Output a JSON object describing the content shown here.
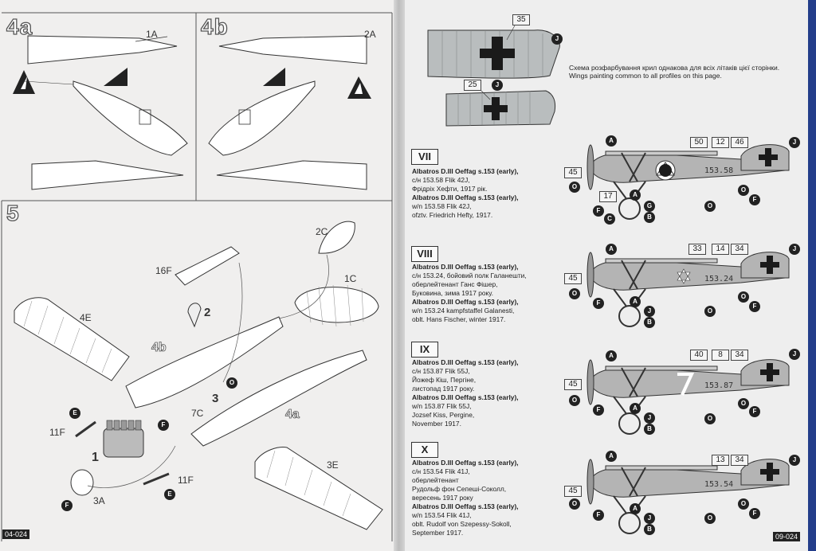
{
  "left_page": {
    "step_4a": {
      "title": "4a",
      "part_label": "1A"
    },
    "step_4b": {
      "title": "4b",
      "part_label": "2A"
    },
    "step_5": {
      "title": "5",
      "labels": [
        "2C",
        "16F",
        "2",
        "1C",
        "4E",
        "4b",
        "O",
        "3",
        "7C",
        "4a",
        "E",
        "11F",
        "1",
        "F",
        "3E",
        "11F",
        "E",
        "3A",
        "F"
      ]
    },
    "page_code": "04-024"
  },
  "right_page": {
    "fin_note_uk": "Схема розфарбування крил однакова для всіх літаків цієї сторінки.",
    "fin_note_en": "Wings painting common to all profiles on this page.",
    "fin_top_box": "35",
    "fin_bottom_box": "25",
    "marker_j": "J",
    "profiles": [
      {
        "roman": "VII",
        "caption_uk_title": "Albatros D.III Oeffag s.153 (early),",
        "caption_uk_lines": [
          "с/н 153.58 Flik 42J,",
          "Фрідріх Хефти, 1917 рік."
        ],
        "caption_en_title": "Albatros D.III Oeffag s.153 (early),",
        "caption_en_lines": [
          "w/n 153.58 Flik 42J,",
          "ofztv. Friedrich Hefty, 1917."
        ],
        "boxes": [
          "50",
          "12",
          "46",
          "45",
          "17"
        ],
        "serial": "153.58",
        "circles": [
          "A",
          "J",
          "O",
          "F",
          "C",
          "B",
          "A",
          "G",
          "O",
          "F",
          "O"
        ]
      },
      {
        "roman": "VIII",
        "caption_uk_title": "Albatros D.III Oeffag s.153 (early),",
        "caption_uk_lines": [
          "с/н 153.24, бойовий полк Галанешти,",
          "оберлейтенант Ганс Фішер,",
          "Буковина, зима 1917 року."
        ],
        "caption_en_title": "Albatros D.III Oeffag s.153 (early),",
        "caption_en_lines": [
          "w/n 153.24 kampfstaffel Galanesti,",
          "oblt. Hans Fischer, winter 1917."
        ],
        "boxes": [
          "33",
          "14",
          "34",
          "45"
        ],
        "serial": "153.24",
        "circles": [
          "A",
          "J",
          "O",
          "F",
          "A",
          "J",
          "B",
          "O",
          "F",
          "O"
        ]
      },
      {
        "roman": "IX",
        "caption_uk_title": "Albatros D.III Oeffag s.153 (early),",
        "caption_uk_lines": [
          "с/н 153.87 Flik 55J,",
          "Йожеф Кіш, Пергіне,",
          "листопад 1917 року."
        ],
        "caption_en_title": "Albatros D.III Oeffag s.153 (early),",
        "caption_en_lines": [
          "w/n 153.87 Flik 55J,",
          "Jozsef Kiss, Pergine,",
          "November 1917."
        ],
        "boxes": [
          "40",
          "8",
          "34",
          "45"
        ],
        "serial": "153.87",
        "circles": [
          "A",
          "J",
          "O",
          "F",
          "A",
          "J",
          "B",
          "O",
          "F",
          "O"
        ]
      },
      {
        "roman": "X",
        "caption_uk_title": "Albatros D.III Oeffag s.153 (early),",
        "caption_uk_lines": [
          "с/н 153.54 Flik 41J,",
          "оберлейтенант",
          "Рудольф фон Сепеші-Соколл,",
          "вересень 1917 року"
        ],
        "caption_en_title": "Albatros D.III Oeffag s.153 (early),",
        "caption_en_lines": [
          "w/n 153.54 Flik 41J,",
          "oblt. Rudolf von Szepessy-Sokoll,",
          "September 1917."
        ],
        "boxes": [
          "13",
          "34",
          "45"
        ],
        "serial": "153.54",
        "circles": [
          "A",
          "J",
          "O",
          "F",
          "A",
          "J",
          "B",
          "O",
          "F",
          "O"
        ]
      }
    ],
    "page_code": "09-024"
  },
  "colors": {
    "aircraft_grey": "#b4b4b4",
    "cross_black": "#1a1a1a",
    "edge_blue": "#233d8a"
  }
}
